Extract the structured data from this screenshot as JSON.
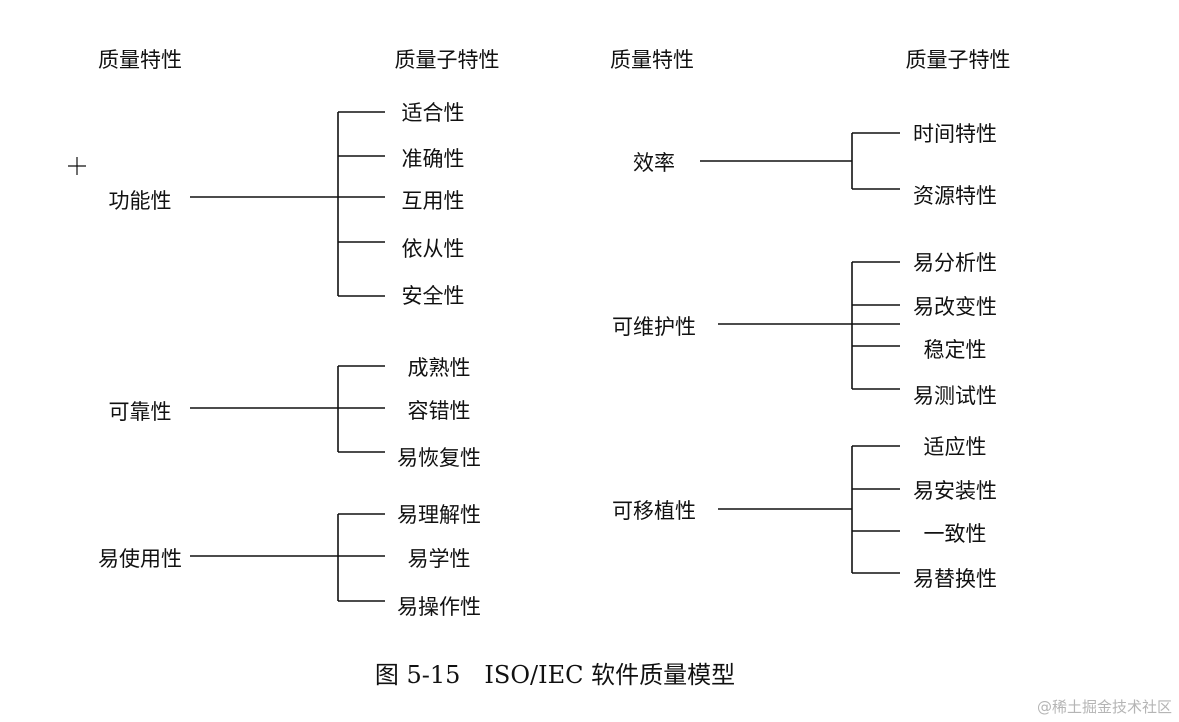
{
  "headers": {
    "left_characteristic": "质量特性",
    "left_subcharacteristic": "质量子特性",
    "right_characteristic": "质量特性",
    "right_subcharacteristic": "质量子特性"
  },
  "groups": {
    "functionality": {
      "label": "功能性",
      "subs": [
        "适合性",
        "准确性",
        "互用性",
        "依从性",
        "安全性"
      ]
    },
    "reliability": {
      "label": "可靠性",
      "subs": [
        "成熟性",
        "容错性",
        "易恢复性"
      ]
    },
    "usability": {
      "label": "易使用性",
      "subs": [
        "易理解性",
        "易学性",
        "易操作性"
      ]
    },
    "efficiency": {
      "label": "效率",
      "subs": [
        "时间特性",
        "资源特性"
      ]
    },
    "maintainability": {
      "label": "可维护性",
      "subs": [
        "易分析性",
        "易改变性",
        "稳定性",
        "易测试性"
      ]
    },
    "portability": {
      "label": "可移植性",
      "subs": [
        "适应性",
        "易安装性",
        "一致性",
        "易替换性"
      ]
    }
  },
  "caption": "图 5-15　ISO/IEC 软件质量模型",
  "watermark": "@稀土掘金技术社区"
}
